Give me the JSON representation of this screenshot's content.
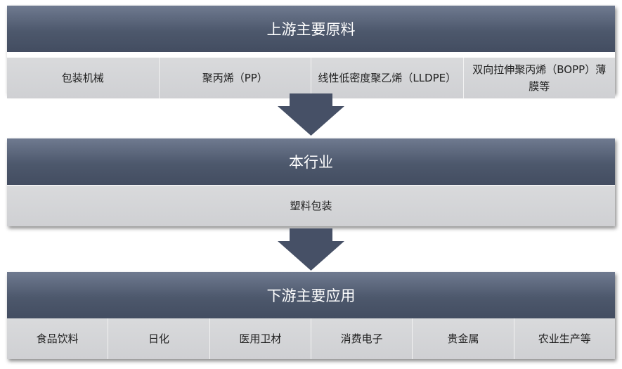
{
  "upstream": {
    "title": "上游主要原料",
    "items": [
      "包装机械",
      "聚丙烯（PP）",
      "线性低密度聚乙烯（LLDPE）",
      "双向拉伸聚丙烯（BOPP）薄膜等"
    ]
  },
  "industry": {
    "title": "本行业",
    "items": [
      "塑料包装"
    ]
  },
  "downstream": {
    "title": "下游主要应用",
    "items": [
      "食品饮料",
      "日化",
      "医用卫材",
      "消费电子",
      "贵金属",
      "农业生产等"
    ]
  },
  "colors": {
    "header_top": "#6f7a90",
    "header_bottom": "#434d61",
    "row_fill": "#d5d6d8",
    "arrow_fill": "#465066"
  }
}
